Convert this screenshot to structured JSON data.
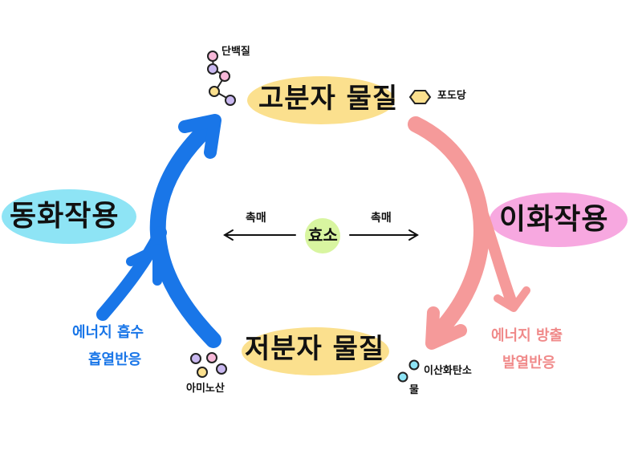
{
  "diagram": {
    "high_molecule": "고분자 물질",
    "low_molecule": "저분자 물질",
    "anabolism": "동화작용",
    "catabolism": "이화작용",
    "enzyme": "효소",
    "catalyst_left": "촉매",
    "catalyst_right": "촉매",
    "protein": "단백질",
    "glucose": "포도당",
    "amino_acid": "아미노산",
    "water": "물",
    "carbon_dioxide": "이산화탄소",
    "anabolism_note_1": "에너지 흡수",
    "anabolism_note_2": "흡열반응",
    "catabolism_note_1": "에너지 방출",
    "catabolism_note_2": "발열반응"
  },
  "colors": {
    "anabolism_arrow": "#1976e8",
    "catabolism_arrow": "#f59a9a",
    "molecule_highlight": "#fbe08e",
    "anabolism_highlight": "#8ee4f5",
    "catabolism_highlight": "#f7a8e0",
    "enzyme_highlight": "#d8f5a0"
  }
}
